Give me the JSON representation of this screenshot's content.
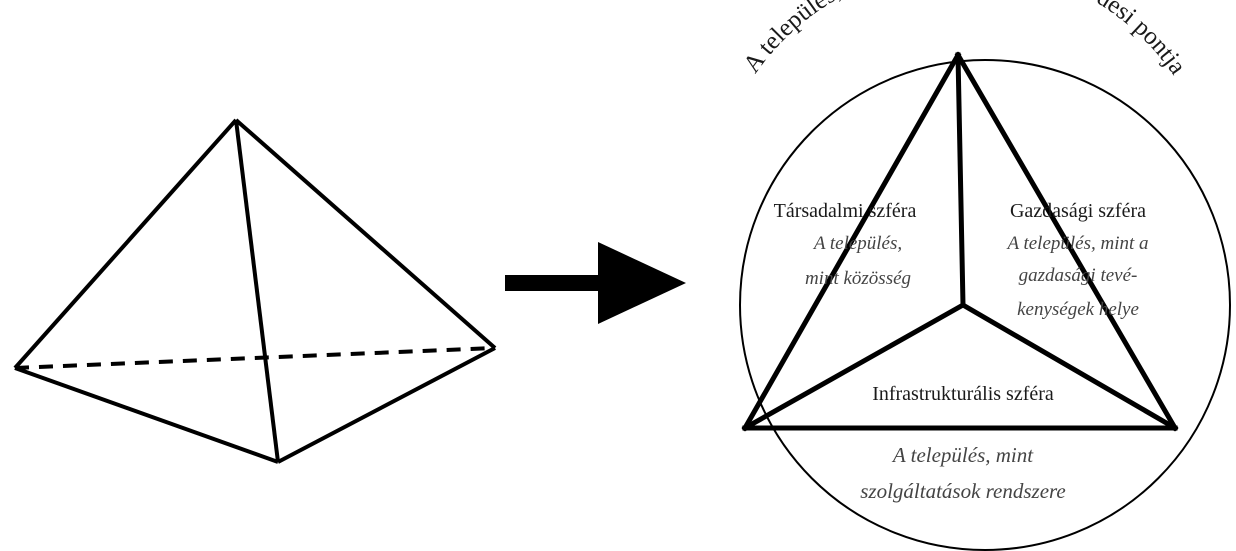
{
  "arc_title": "A település, mint a földrajzi tér sűrűsödési pontja",
  "spheres": {
    "social": {
      "heading": "Társadalmi szféra",
      "line1": "A település,",
      "line2": "mint közösség"
    },
    "economic": {
      "heading": "Gazdasági szféra",
      "line1": "A település, mint a",
      "line2": "gazdasági tevé-",
      "line3": "kenységek helye"
    },
    "infrastructure": {
      "heading": "Infrastrukturális szféra",
      "line1": "A település, mint",
      "line2": "szolgáltatások rendszere"
    }
  },
  "colors": {
    "stroke": "#000000",
    "text": "#1a1a1a",
    "italic_text": "#444444"
  }
}
